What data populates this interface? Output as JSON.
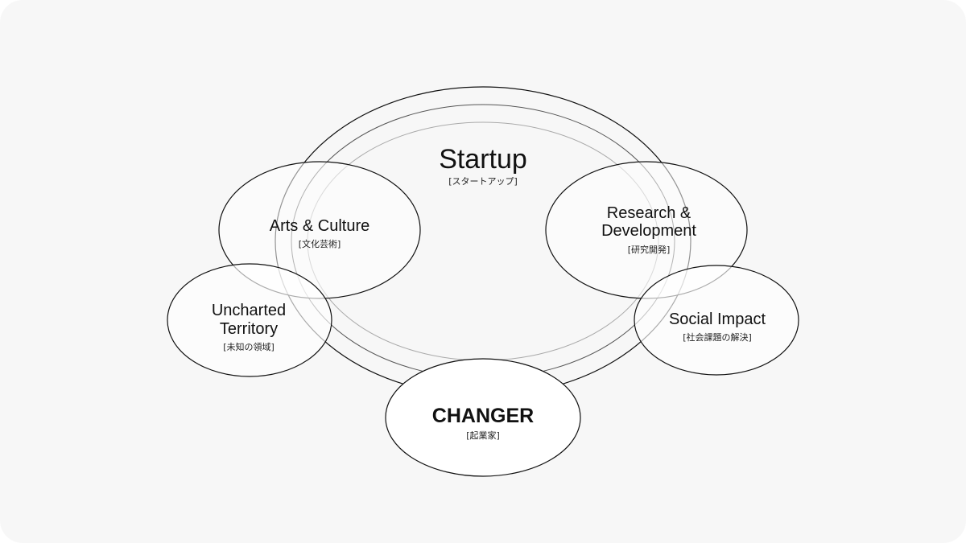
{
  "diagram": {
    "center": {
      "title": "Startup",
      "subtitle": "[スタートアップ]"
    },
    "nodes": [
      {
        "id": "arts",
        "lines": [
          "Arts & Culture"
        ],
        "subtitle": "[文化芸術]"
      },
      {
        "id": "research",
        "lines": [
          "Research &",
          "Development"
        ],
        "subtitle": "[研究開発]"
      },
      {
        "id": "uncharted",
        "lines": [
          "Uncharted",
          "Territory"
        ],
        "subtitle": "[未知の領域]"
      },
      {
        "id": "social",
        "lines": [
          "Social Impact"
        ],
        "subtitle": "[社会課題の解決]"
      },
      {
        "id": "changer",
        "lines": [
          "CHANGER"
        ],
        "subtitle": "[起業家]"
      }
    ],
    "colors": {
      "background": "#f7f7f7",
      "outer_ring": "#111111",
      "middle_ring": "#555555",
      "inner_ring": "#aaaaaa",
      "node_fill": "#ffffff",
      "node_stroke": "#111111",
      "text": "#111111"
    }
  }
}
